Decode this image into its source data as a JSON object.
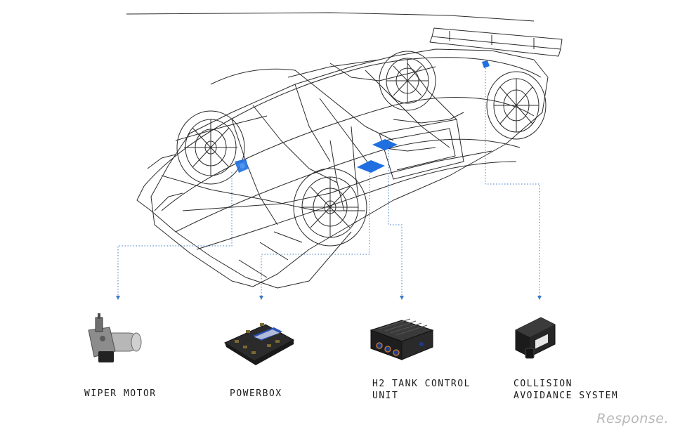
{
  "components": [
    {
      "id": "wiper",
      "lines": [
        "WIPER MOTOR"
      ]
    },
    {
      "id": "powerbox",
      "lines": [
        "POWERBOX"
      ]
    },
    {
      "id": "h2",
      "lines": [
        "H2 TANK CONTROL",
        "UNIT"
      ]
    },
    {
      "id": "collision",
      "lines": [
        "COLLISION",
        "AVOIDANCE SYSTEM"
      ]
    }
  ],
  "watermark": "Response.",
  "colors": {
    "accent": "#1f6fe0",
    "leader": "#3b79c8",
    "wireframe": "#2a2a2a"
  }
}
